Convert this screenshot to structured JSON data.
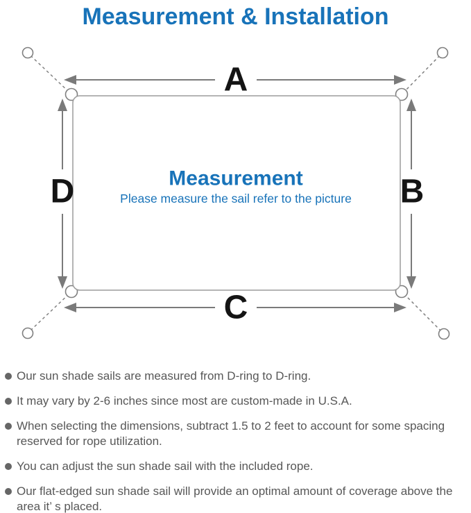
{
  "title": "Measurement & Installation",
  "colors": {
    "accent": "#1873b9",
    "line": "#7a7a7a",
    "outline": "#9b9b9b",
    "anchor": "#7f7f7f",
    "label": "#141414",
    "note": "#575757",
    "dot": "#666666",
    "background": "#ffffff"
  },
  "diagram": {
    "label_a": "A",
    "label_b": "B",
    "label_c": "C",
    "label_d": "D",
    "center_title": "Measurement",
    "center_subtitle": "Please measure the sail refer to the picture"
  },
  "notes": [
    "Our sun shade sails are measured from D-ring to D-ring.",
    "It may vary by 2-6 inches since most are custom-made in U.S.A.",
    "When selecting the dimensions, subtract 1.5 to 2 feet to account for some spacing reserved for rope utilization.",
    "You can adjust the sun shade sail with the included rope.",
    "Our flat-edged sun shade sail will provide an optimal amount of coverage above the area it’ s placed."
  ]
}
